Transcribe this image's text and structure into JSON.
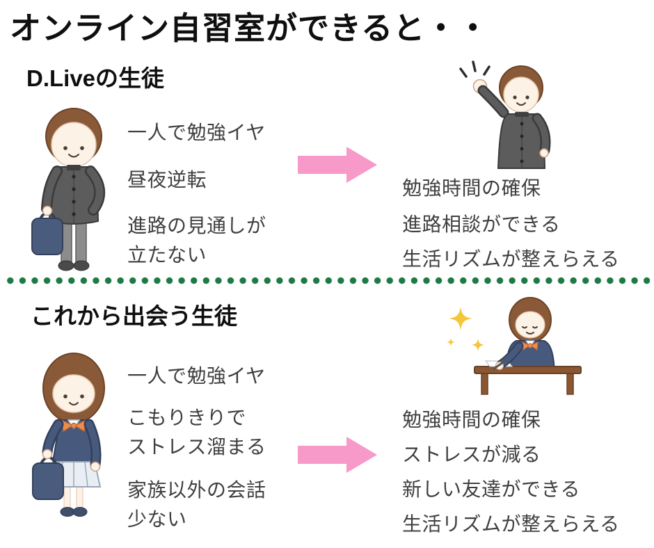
{
  "title": "オンライン自習室ができると・・",
  "sections": [
    {
      "heading": "D.Liveの生徒",
      "problems": [
        "一人で勉強イヤ",
        "昼夜逆転",
        "進路の見通しが\n立たない"
      ],
      "benefits": [
        "勉強時間の確保",
        "進路相談ができる",
        "生活リズムが整えらえる"
      ],
      "illustration_left": "boy-student-with-bag",
      "illustration_right": "boy-cheering"
    },
    {
      "heading": "これから出会う生徒",
      "problems": [
        "一人で勉強イヤ",
        "こもりきりで\nストレス溜まる",
        "家族以外の会話\n少ない"
      ],
      "benefits": [
        "勉強時間の確保",
        "ストレスが減る",
        "新しい友達ができる",
        "生活リズムが整えらえる"
      ],
      "illustration_left": "girl-student-with-bag",
      "illustration_right": "girl-writing-at-desk"
    }
  ],
  "icons": {
    "arrow": "pink-right-arrow",
    "divider": "green-dotted-line",
    "sparkles": "yellow-sparkles",
    "excitement_marks": "burst-lines"
  },
  "colors": {
    "arrow_pink": "#f799c9",
    "divider_green": "#1d7a45",
    "text": "#3f3f3f",
    "heading": "#0f0f0f",
    "uniform_boy": "#5c5c5c",
    "uniform_girl_navy": "#47597c",
    "bag_navy": "#4a5c7d",
    "hair_brown": "#8a5a38",
    "bow_orange": "#ef8d4e",
    "sparkle_yellow": "#f3c63e",
    "desk_brown": "#8a5732"
  }
}
